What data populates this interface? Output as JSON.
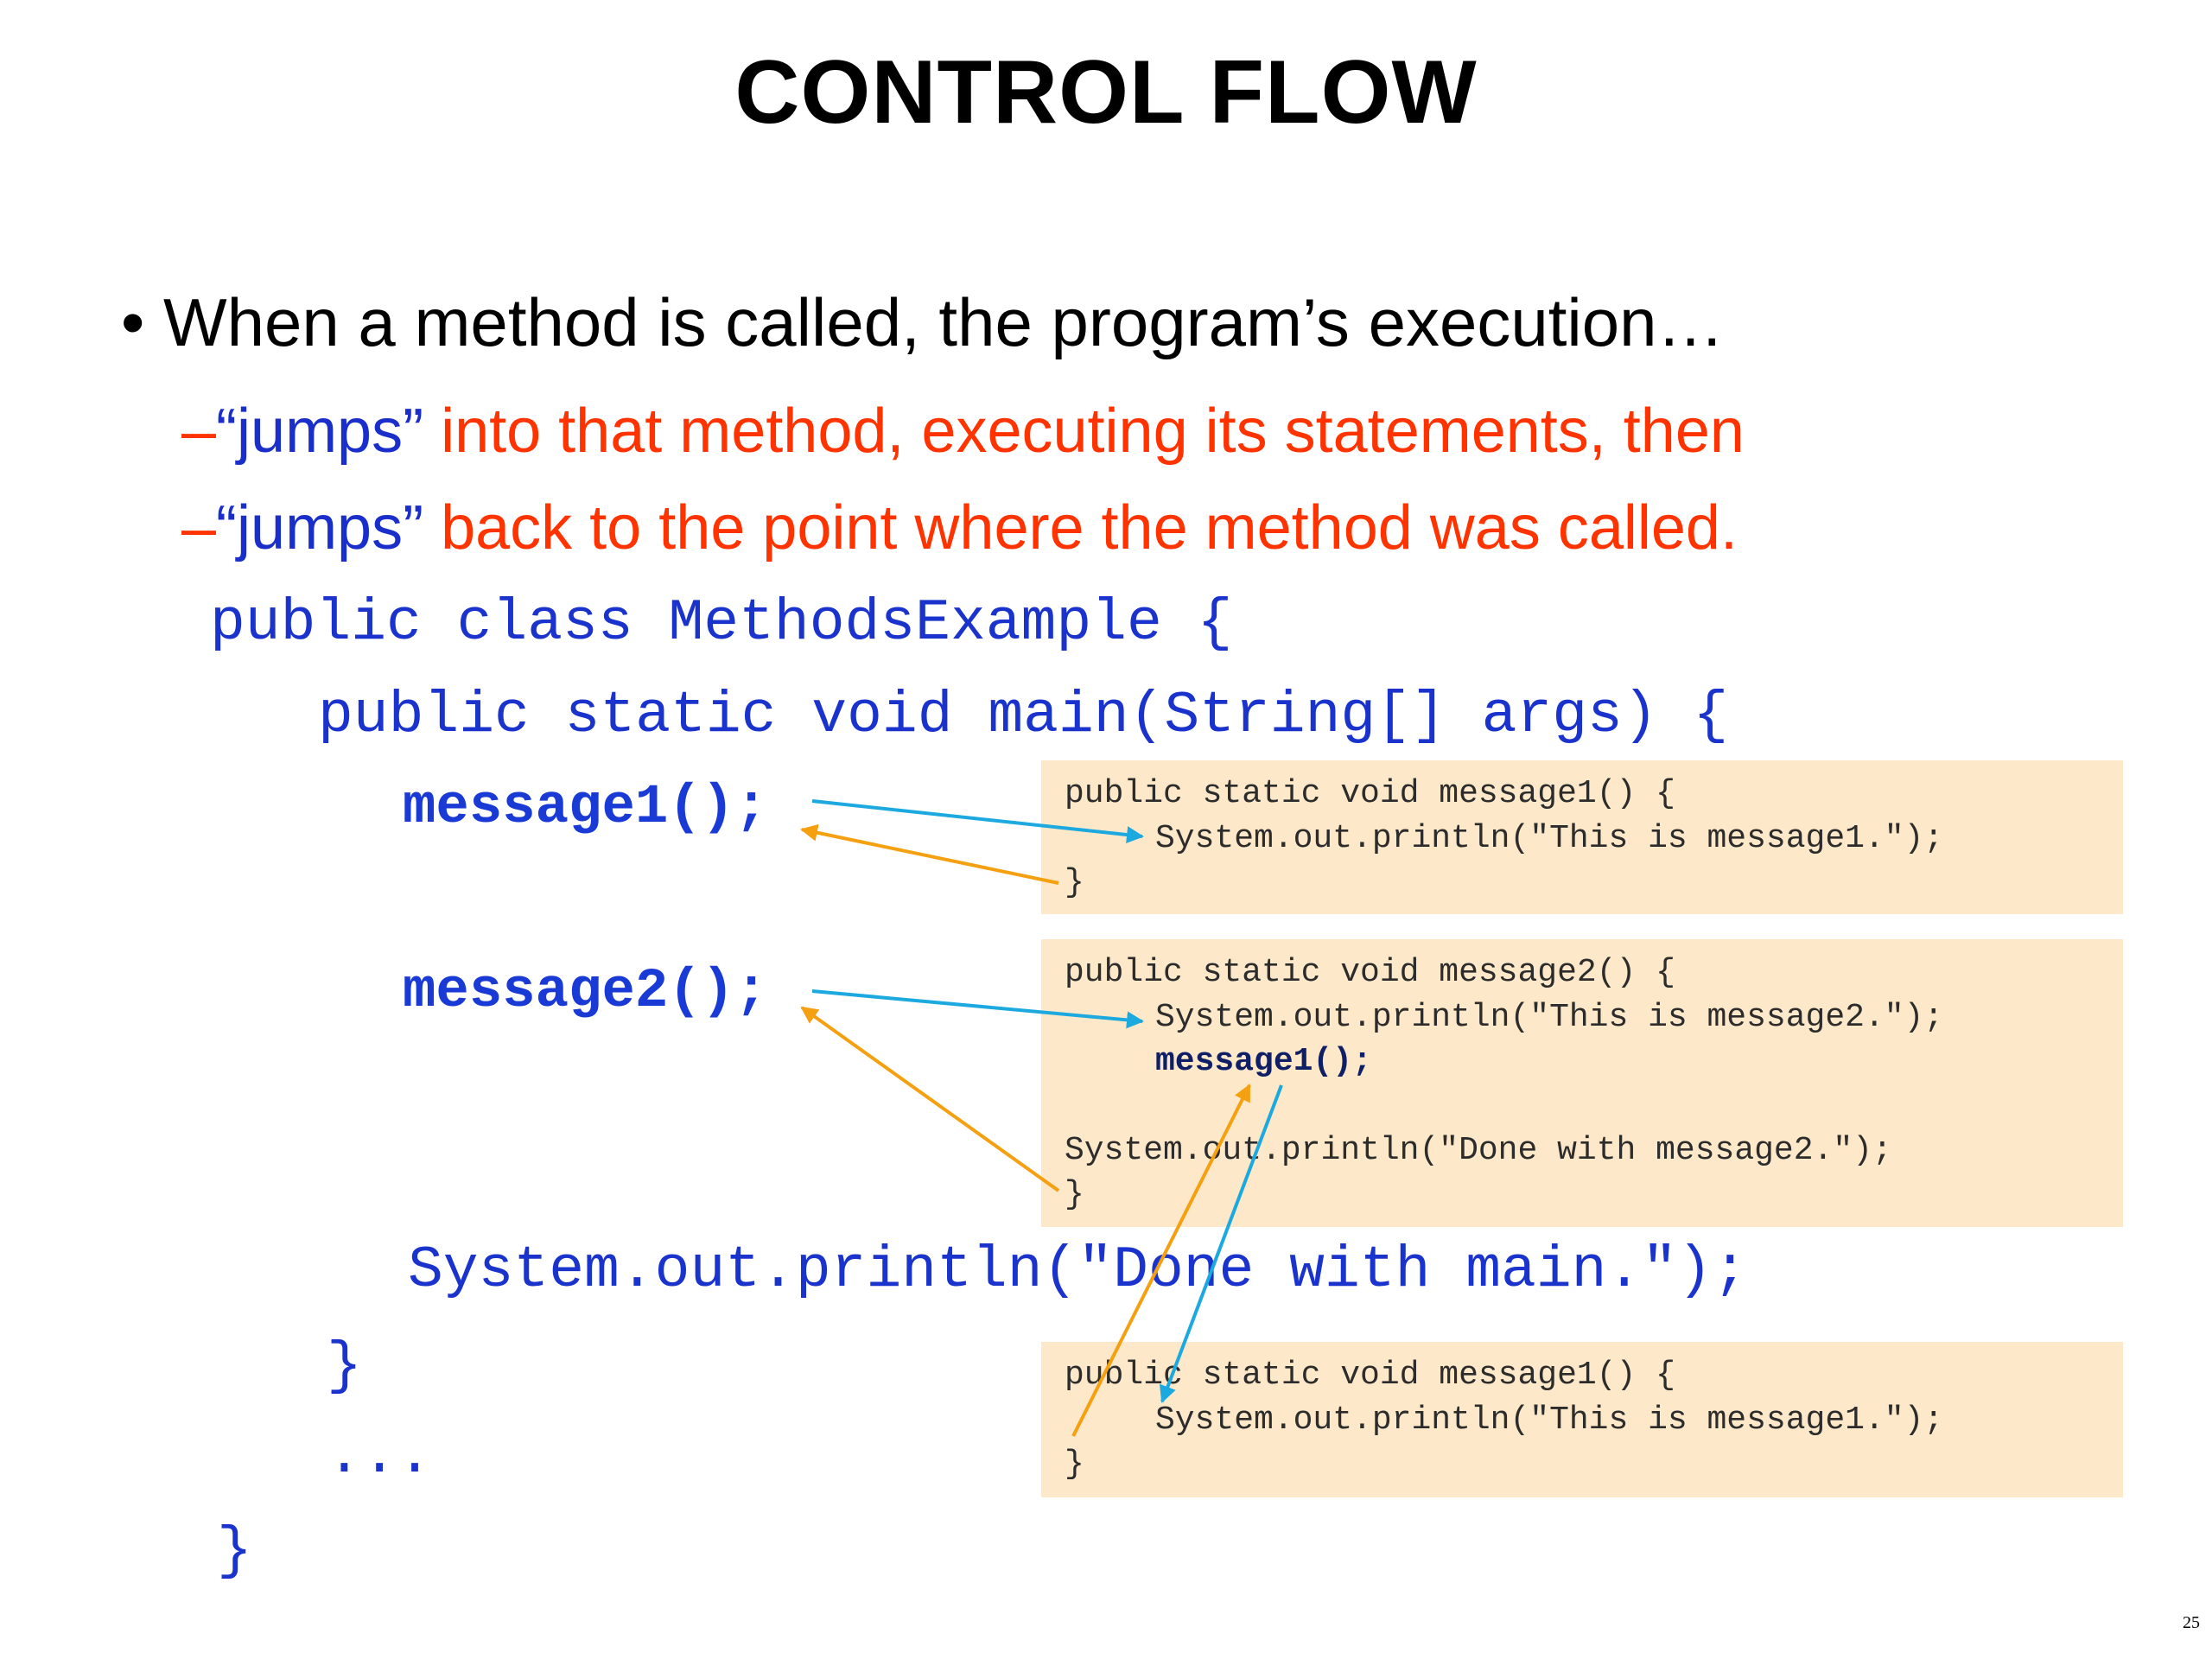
{
  "slide": {
    "title": "CONTROL FLOW",
    "bullet": "• When a method is called, the program’s execution…",
    "sub1": {
      "dash": "–",
      "quoted": "“jumps”",
      "rest": " into that method, executing its statements, then"
    },
    "sub2": {
      "dash": "–",
      "quoted": "“jumps”",
      "rest": " back to the point where the method was called."
    },
    "page_number": "25"
  },
  "main_code": {
    "class_decl": "public class MethodsExample {",
    "main_decl": "public static void main(String[] args) {",
    "call1": "message1();",
    "call2": "message2();",
    "print_main": "System.out.println(\"Done with main.\");",
    "close_main": "}",
    "ellipsis": "...",
    "close_class": "}"
  },
  "box1": {
    "decl": "public static void message1() {",
    "body": "System.out.println(\"This is message1.\");",
    "close": "}"
  },
  "box2": {
    "decl": "public static void message2() {",
    "body": "System.out.println(\"This is message2.\");",
    "call": "message1();",
    "done": "System.out.println(\"Done with message2.\");",
    "close": "}"
  },
  "box3": {
    "decl": "public static void message1() {",
    "body": "System.out.println(\"This is message1.\");",
    "close": "}"
  },
  "colors": {
    "call_arrow": "#1ca9e0",
    "return_arrow": "#f5a010",
    "box_fill": "#fde8c9",
    "code_blue": "#1a33cc",
    "accent_red": "#ff3300"
  }
}
